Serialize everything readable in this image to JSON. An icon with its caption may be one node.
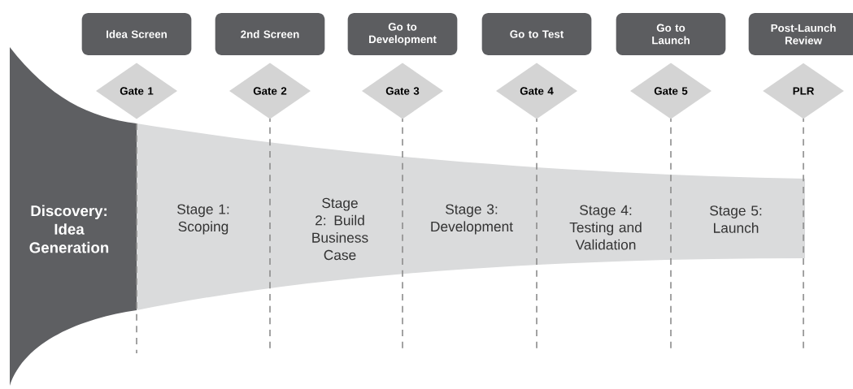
{
  "diagram": {
    "nodes": [
      {
        "text": [
          "Idea Screen"
        ]
      },
      {
        "text": [
          "2nd Screen"
        ]
      },
      {
        "text": [
          "Go to Development"
        ]
      },
      {
        "text": [
          "Go to Test"
        ]
      },
      {
        "text": [
          "Go to Launch"
        ]
      },
      {
        "text": [
          "Post-Launch Review"
        ]
      },
      {
        "text": [
          "Gate 1"
        ]
      },
      {
        "text": [
          "Gate 2"
        ]
      },
      {
        "text": [
          "Gate 3"
        ]
      },
      {
        "text": [
          "Gate 4"
        ]
      },
      {
        "text": [
          "Gate 5"
        ]
      },
      {
        "text": [
          "PLR"
        ]
      },
      {
        "text": [
          "Discovery: Idea Generation"
        ]
      },
      {
        "text": [
          "Stage 1: Scoping"
        ]
      },
      {
        "text": [
          "Stage 2: Build Business Case"
        ]
      },
      {
        "text": [
          "Stage 3: Development"
        ]
      },
      {
        "text": [
          "Stage 4: Testing and Validation"
        ]
      },
      {
        "text": [
          "Stage 5: Launch"
        ]
      }
    ]
  }
}
